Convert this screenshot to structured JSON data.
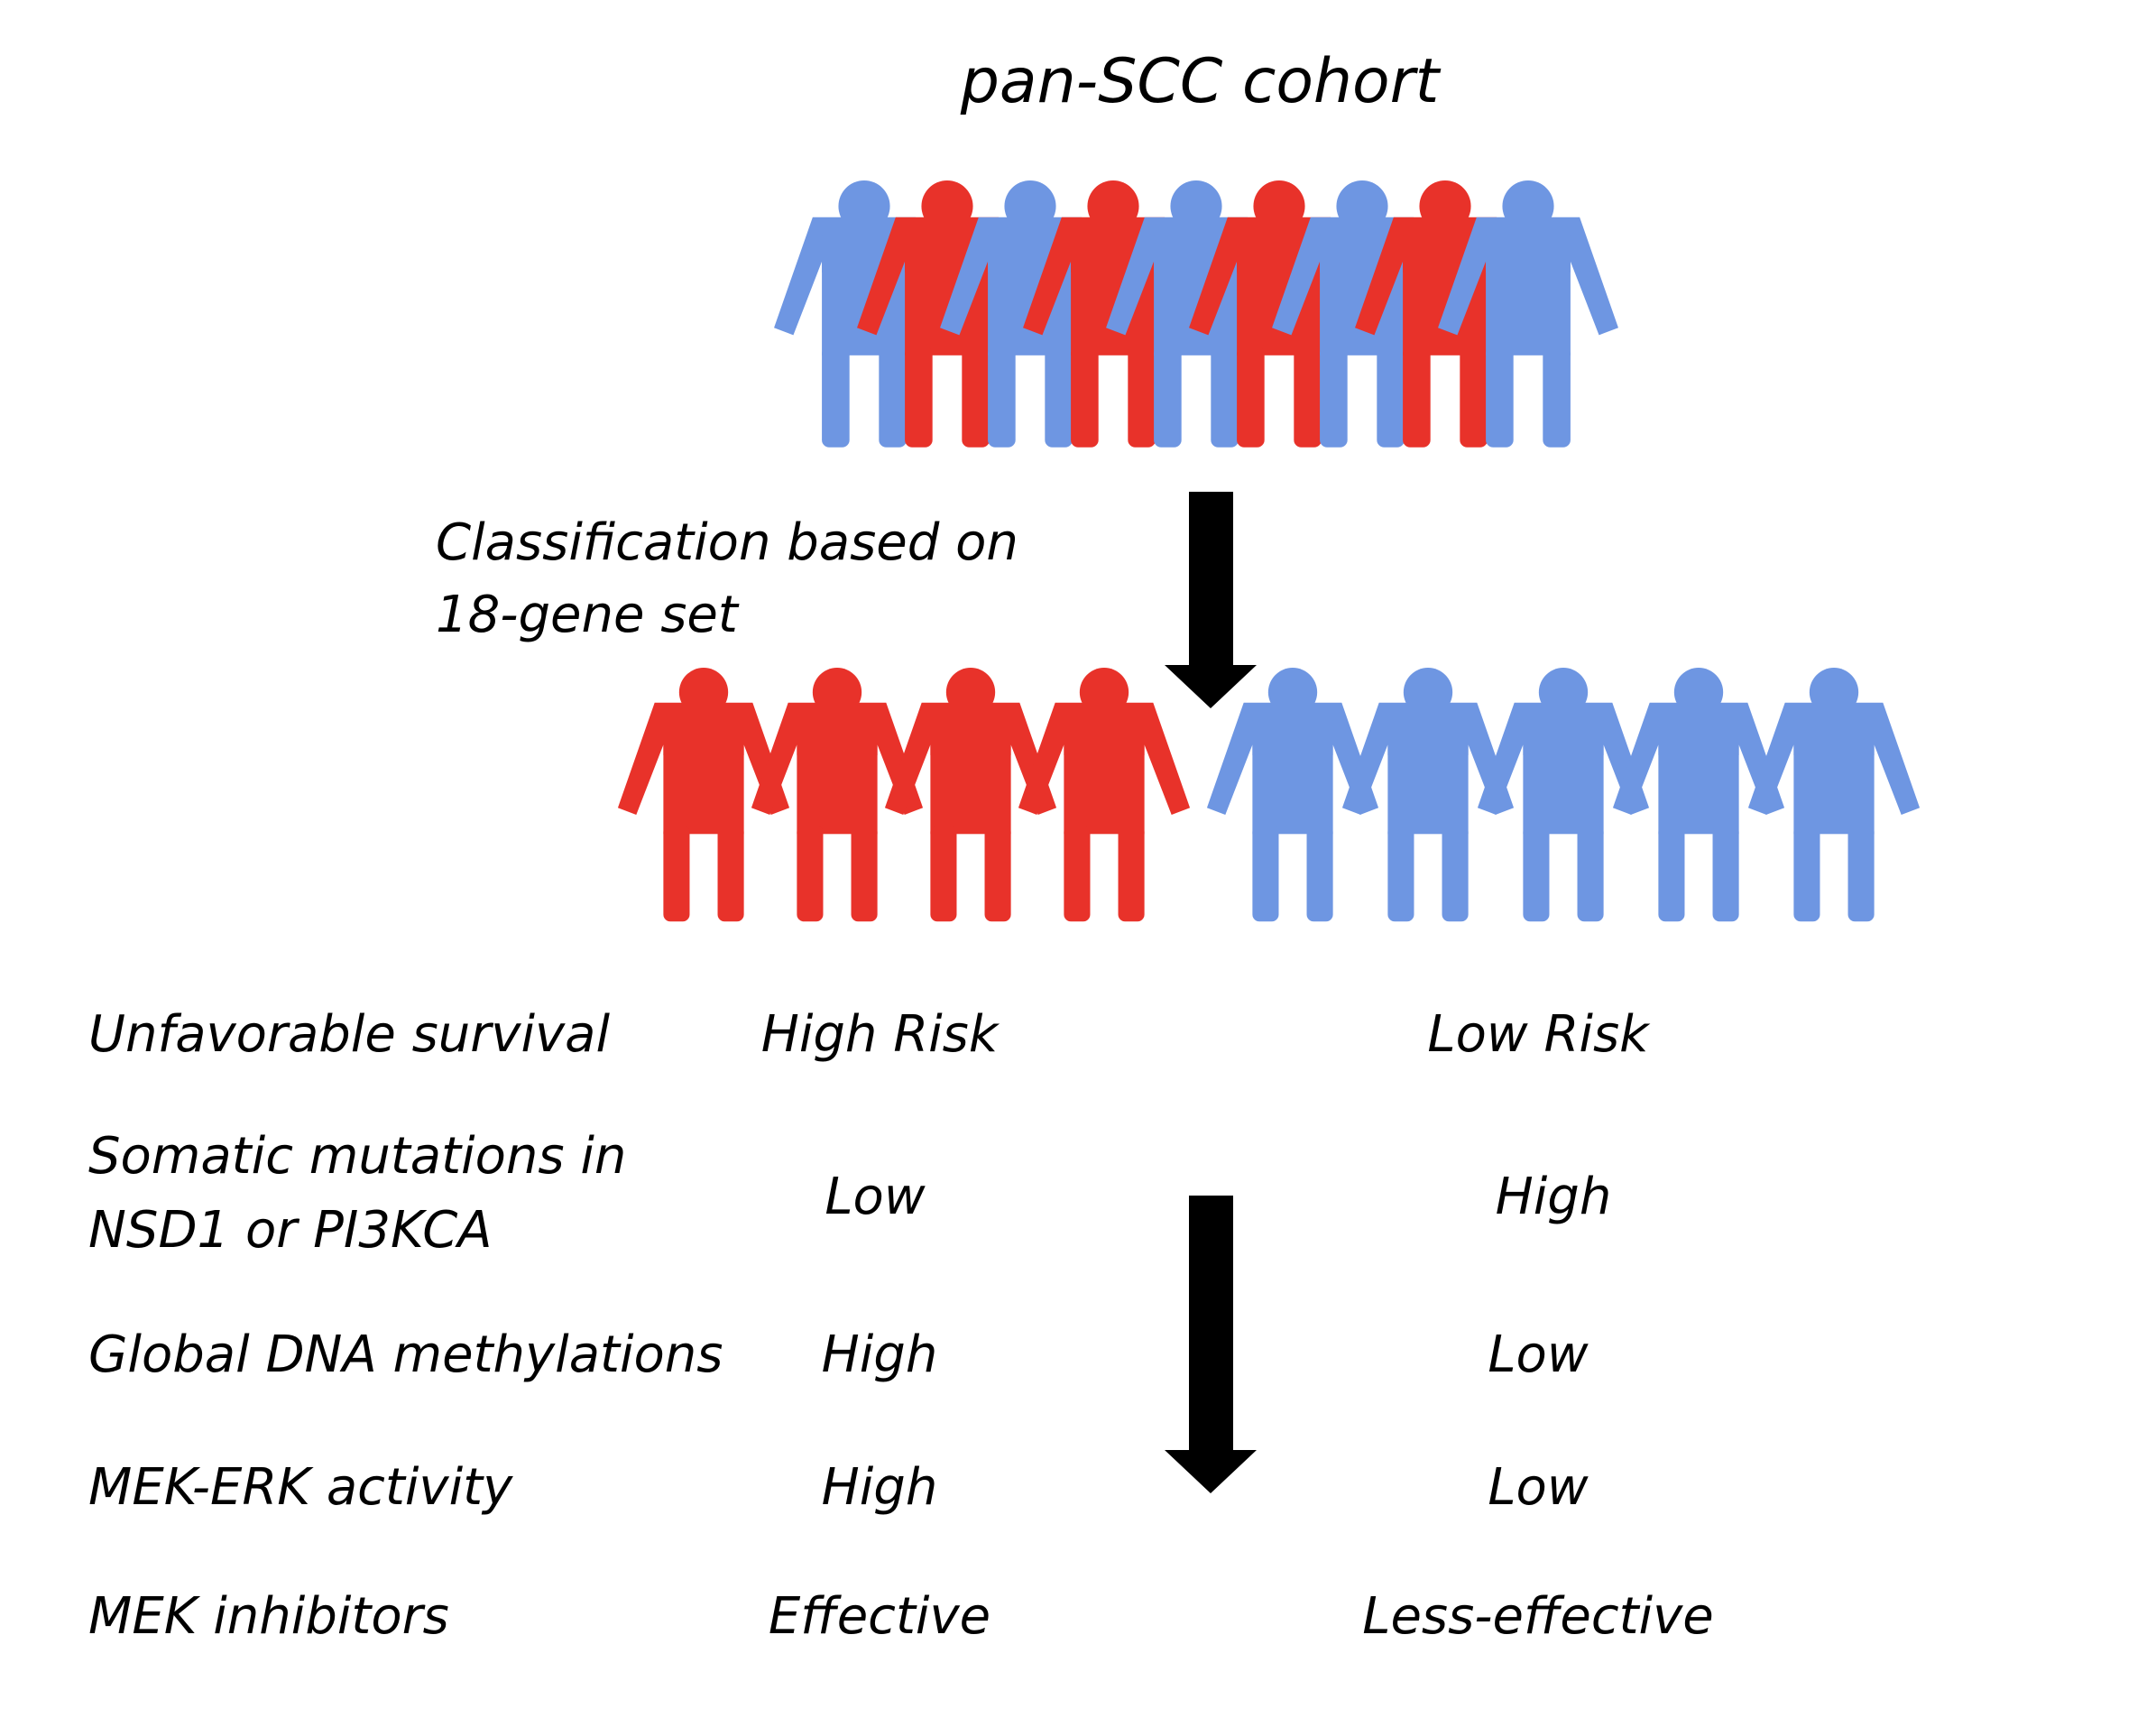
{
  "colors": {
    "high_risk": "#E8322A",
    "low_risk": "#6E96E2",
    "arrow": "#000000",
    "text": "#000000"
  },
  "title": "pan-SCC cohort",
  "classification_label": {
    "line1": "Classification based on",
    "line2": "18-gene set"
  },
  "cohort": {
    "pattern": [
      "low_risk",
      "high_risk",
      "low_risk",
      "high_risk",
      "low_risk",
      "high_risk",
      "low_risk",
      "high_risk",
      "low_risk"
    ]
  },
  "groups": {
    "high_risk_count": 4,
    "low_risk_count": 5
  },
  "rows": [
    {
      "feature": [
        "Unfavorable survival"
      ],
      "high": "High Risk",
      "low": "Low Risk"
    },
    {
      "feature": [
        "Somatic mutations in",
        "NSD1 or PI3KCA"
      ],
      "high": "Low",
      "low": "High"
    },
    {
      "feature": [
        "Global DNA methylations"
      ],
      "high": "High",
      "low": "Low"
    },
    {
      "feature": [
        "MEK-ERK activity"
      ],
      "high": "High",
      "low": "Low"
    },
    {
      "feature": [
        "MEK inhibitors"
      ],
      "high": "Effective",
      "low": "Less-effective"
    }
  ]
}
